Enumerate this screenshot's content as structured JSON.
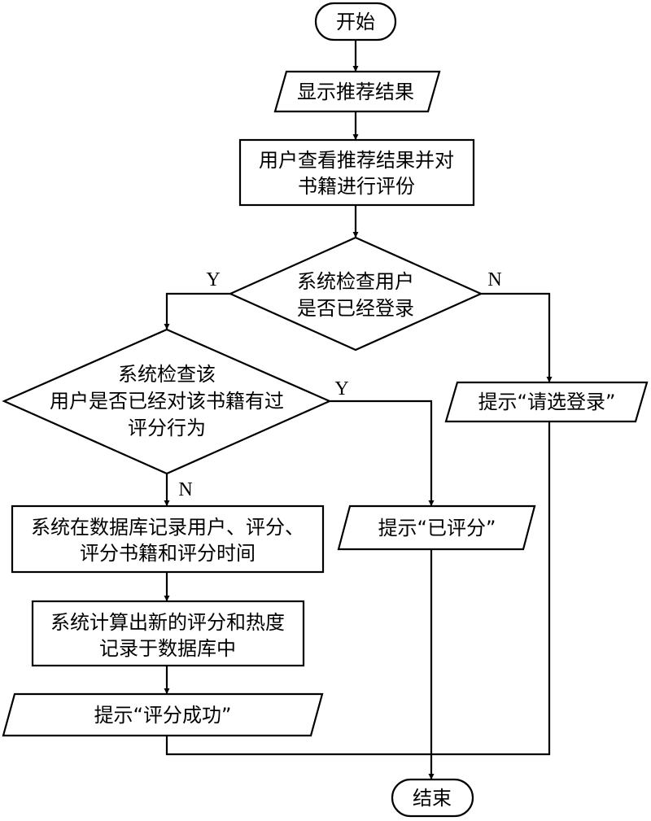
{
  "flowchart": {
    "start": "开始",
    "show_recommendations": "显示推荐结果",
    "user_view_and_rate": [
      "用户查看推荐结果并对",
      "书籍进行评份"
    ],
    "check_login": [
      "系统检查用户",
      "是否已经登录"
    ],
    "check_rated": [
      "系统检查该",
      "用户是否已经对该书籍有过",
      "评分行为"
    ],
    "prompt_login": "提示“请选登录”",
    "prompt_already_rated": "提示“已评分”",
    "record_rating": [
      "系统在数据库记录用户、评分、",
      "评分书籍和评分时间"
    ],
    "compute_rating": [
      "系统计算出新的评分和热度",
      "记录于数据库中"
    ],
    "prompt_success": "提示“评分成功”",
    "end": "结束",
    "labels": {
      "login_yes": "Y",
      "login_no": "N",
      "rated_yes": "Y",
      "rated_no": "N"
    }
  }
}
